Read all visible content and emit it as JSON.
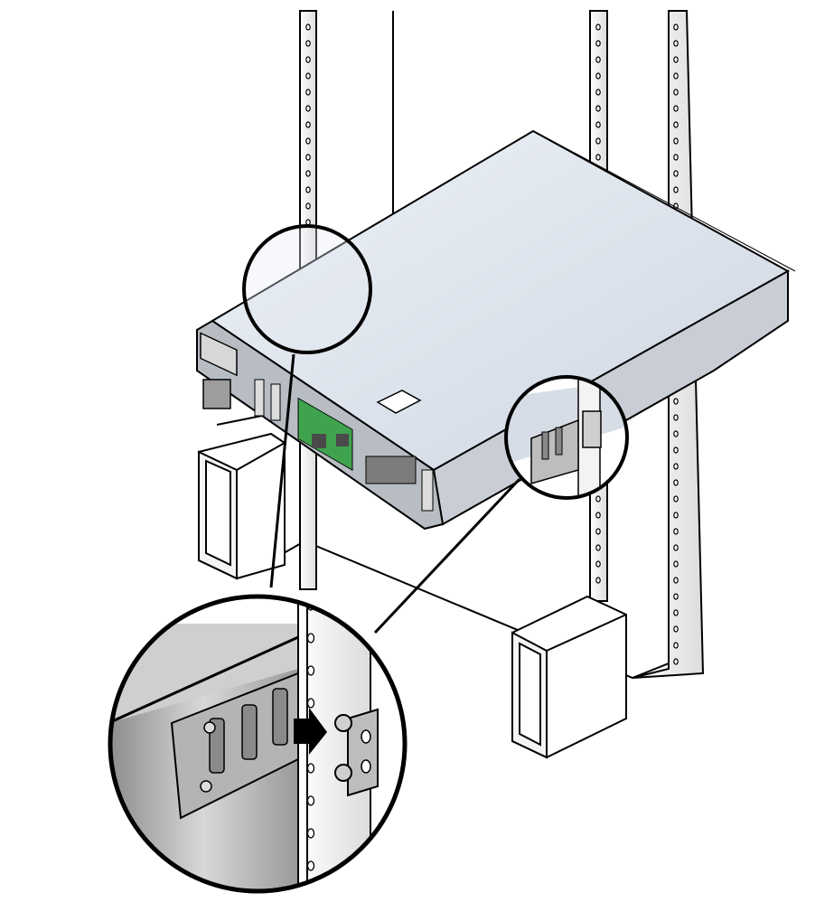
{
  "diagram": {
    "parts": {
      "rack": "rack",
      "server": "server",
      "spacer_blocks": "spacer blocks",
      "callout_top": "callout",
      "callout_bracket": "callout",
      "zoom_detail": "detail"
    },
    "colors": {
      "outline": "#000000",
      "server_top": "#dfe6ef",
      "server_side": "#c9ced6",
      "server_rear": "#b8bdc4",
      "rack_post": "#f2f2f2",
      "detail_metal": "#a8a8a8",
      "green_component": "#3fa34d",
      "arrow": "#000000"
    },
    "icons": [
      "rack-post-icon",
      "server-chassis-icon",
      "spacer-block-icon",
      "slide-rail-bracket-icon",
      "push-arrow-icon"
    ]
  }
}
